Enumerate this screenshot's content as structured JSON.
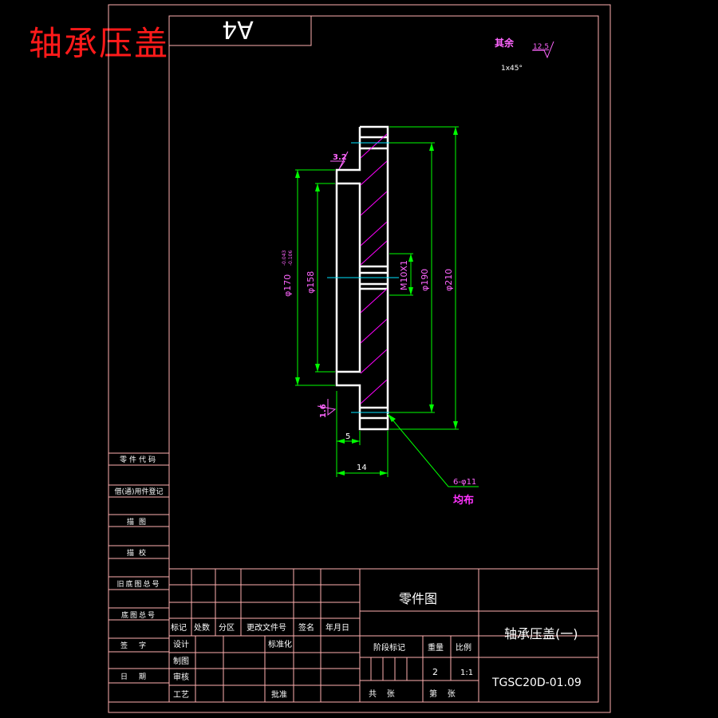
{
  "heading": {
    "title": "轴承压盖"
  },
  "sheet": {
    "format": "A4"
  },
  "notes": {
    "rest_label": "其余",
    "rest_roughness": "12.5",
    "chamfer": "1x45°"
  },
  "part": {
    "dims": {
      "d170": "φ170",
      "d170_tol_upper": "-0.043",
      "d170_tol_lower": "-0.106",
      "d158": "φ158",
      "d190": "φ190",
      "d210": "φ210",
      "m10": "M10X1",
      "t5": "5",
      "t14": "14"
    },
    "roughness": {
      "r32": "3.2",
      "r16": "1.6"
    },
    "holes": {
      "spec": "6-φ11",
      "distribution": "均布"
    }
  },
  "left_column": [
    "零件代码",
    "借(通)用件登记",
    "描图",
    "描校",
    "旧底图总号",
    "底图总号",
    "签字",
    "日期"
  ],
  "title_block": {
    "revision_headers": [
      "标记",
      "处数",
      "分区",
      "更改文件号",
      "签名",
      "年月日"
    ],
    "roles": [
      "设计",
      "制图",
      "审核",
      "工艺"
    ],
    "standardization": "标准化",
    "approval": "批准",
    "drawing_type": "零件图",
    "stage_mark": "阶段标记",
    "weight_label": "重量",
    "scale_label": "比例",
    "weight_value": "2",
    "scale_value": "1:1",
    "part_name": "轴承压盖(一)",
    "drawing_number": "TGSC20D-01.09",
    "total_sheets": "共    张",
    "sheet_no": "第    张"
  },
  "colors": {
    "background": "#000000",
    "frame": "#ffb0b0",
    "outline": "#ffffff",
    "dimension": "#00ff00",
    "hatch": "#ff00ff",
    "centerline": "#00e5ff",
    "heading": "#ff1a1a"
  }
}
